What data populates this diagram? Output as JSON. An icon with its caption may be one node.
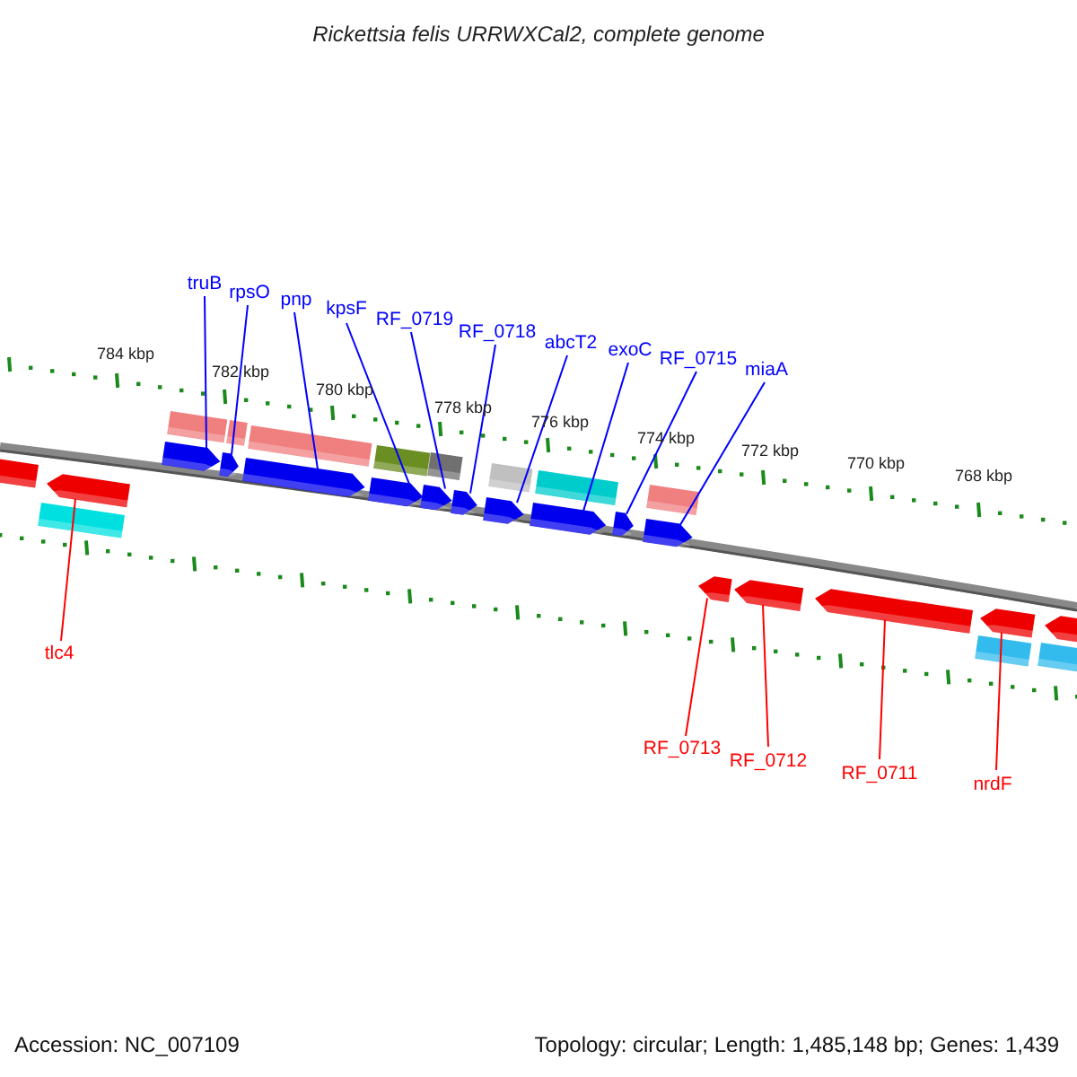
{
  "diagram": {
    "title": "Rickettsia felis URRWXCal2, complete genome",
    "nodes": [
      {
        "text": [
          "truB"
        ]
      },
      {
        "text": [
          "rpsO"
        ]
      },
      {
        "text": [
          "pnp"
        ]
      },
      {
        "text": [
          "kpsF"
        ]
      },
      {
        "text": [
          "RF_0719"
        ]
      },
      {
        "text": [
          "RF_0718"
        ]
      },
      {
        "text": [
          "abcT2"
        ]
      },
      {
        "text": [
          "exoC"
        ]
      },
      {
        "text": [
          "RF_0715"
        ]
      },
      {
        "text": [
          "miaA"
        ]
      },
      {
        "text": [
          "tlc4"
        ]
      },
      {
        "text": [
          "RF_0713"
        ]
      },
      {
        "text": [
          "RF_0712"
        ]
      },
      {
        "text": [
          "RF_0711"
        ]
      },
      {
        "text": [
          "nrdF"
        ]
      },
      {
        "text": [],
        "shape": "bar"
      },
      {
        "text": [],
        "shape": "bar"
      },
      {
        "text": [],
        "shape": "bar"
      },
      {
        "text": [],
        "shape": "bar"
      },
      {
        "text": [],
        "shape": "bar"
      },
      {
        "text": [],
        "shape": "bar"
      },
      {
        "text": [],
        "shape": "bar"
      },
      {
        "text": [],
        "shape": "bar"
      },
      {
        "text": [],
        "shape": "bar"
      },
      {
        "text": [],
        "shape": "bar"
      },
      {
        "text": [],
        "shape": "bar"
      },
      {
        "text": [],
        "shape": "bar"
      },
      {
        "text": [],
        "shape": "bar"
      },
      {
        "text": [],
        "shape": "bar"
      },
      {
        "text": [],
        "shape": "bar"
      },
      {
        "text": [],
        "shape": "bar"
      },
      {
        "text": [],
        "shape": "bar"
      }
    ],
    "edges": [
      {
        "from": 0,
        "to": 15,
        "arrow": "none"
      },
      {
        "from": 1,
        "to": 16,
        "arrow": "none"
      },
      {
        "from": 2,
        "to": 17,
        "arrow": "none"
      },
      {
        "from": 3,
        "to": 18,
        "arrow": "none"
      },
      {
        "from": 4,
        "to": 19,
        "arrow": "none"
      },
      {
        "from": 5,
        "to": 20,
        "arrow": "none"
      },
      {
        "from": 6,
        "to": 21,
        "arrow": "none"
      },
      {
        "from": 7,
        "to": 22,
        "arrow": "none"
      },
      {
        "from": 8,
        "to": 23,
        "arrow": "none"
      },
      {
        "from": 9,
        "to": 24,
        "arrow": "none"
      },
      {
        "from": 10,
        "to": 25,
        "arrow": "none",
        "color": "#ff0000"
      },
      {
        "from": 11,
        "to": 26,
        "arrow": "none",
        "color": "#ff0000"
      },
      {
        "from": 12,
        "to": 27,
        "arrow": "none",
        "color": "#ff0000"
      },
      {
        "from": 13,
        "to": 28,
        "arrow": "none",
        "color": "#ff0000"
      },
      {
        "from": 14,
        "to": 29,
        "arrow": "none",
        "color": "#ff0000"
      }
    ],
    "labels": [
      "784 kbp",
      "782 kbp",
      "780 kbp",
      "778 kbp",
      "776 kbp",
      "774 kbp",
      "772 kbp",
      "770 kbp",
      "768 kbp",
      "Accession: NC_007109",
      "Topology: circular; Length: 1,485,148 bp; Genes: 1,439"
    ]
  }
}
